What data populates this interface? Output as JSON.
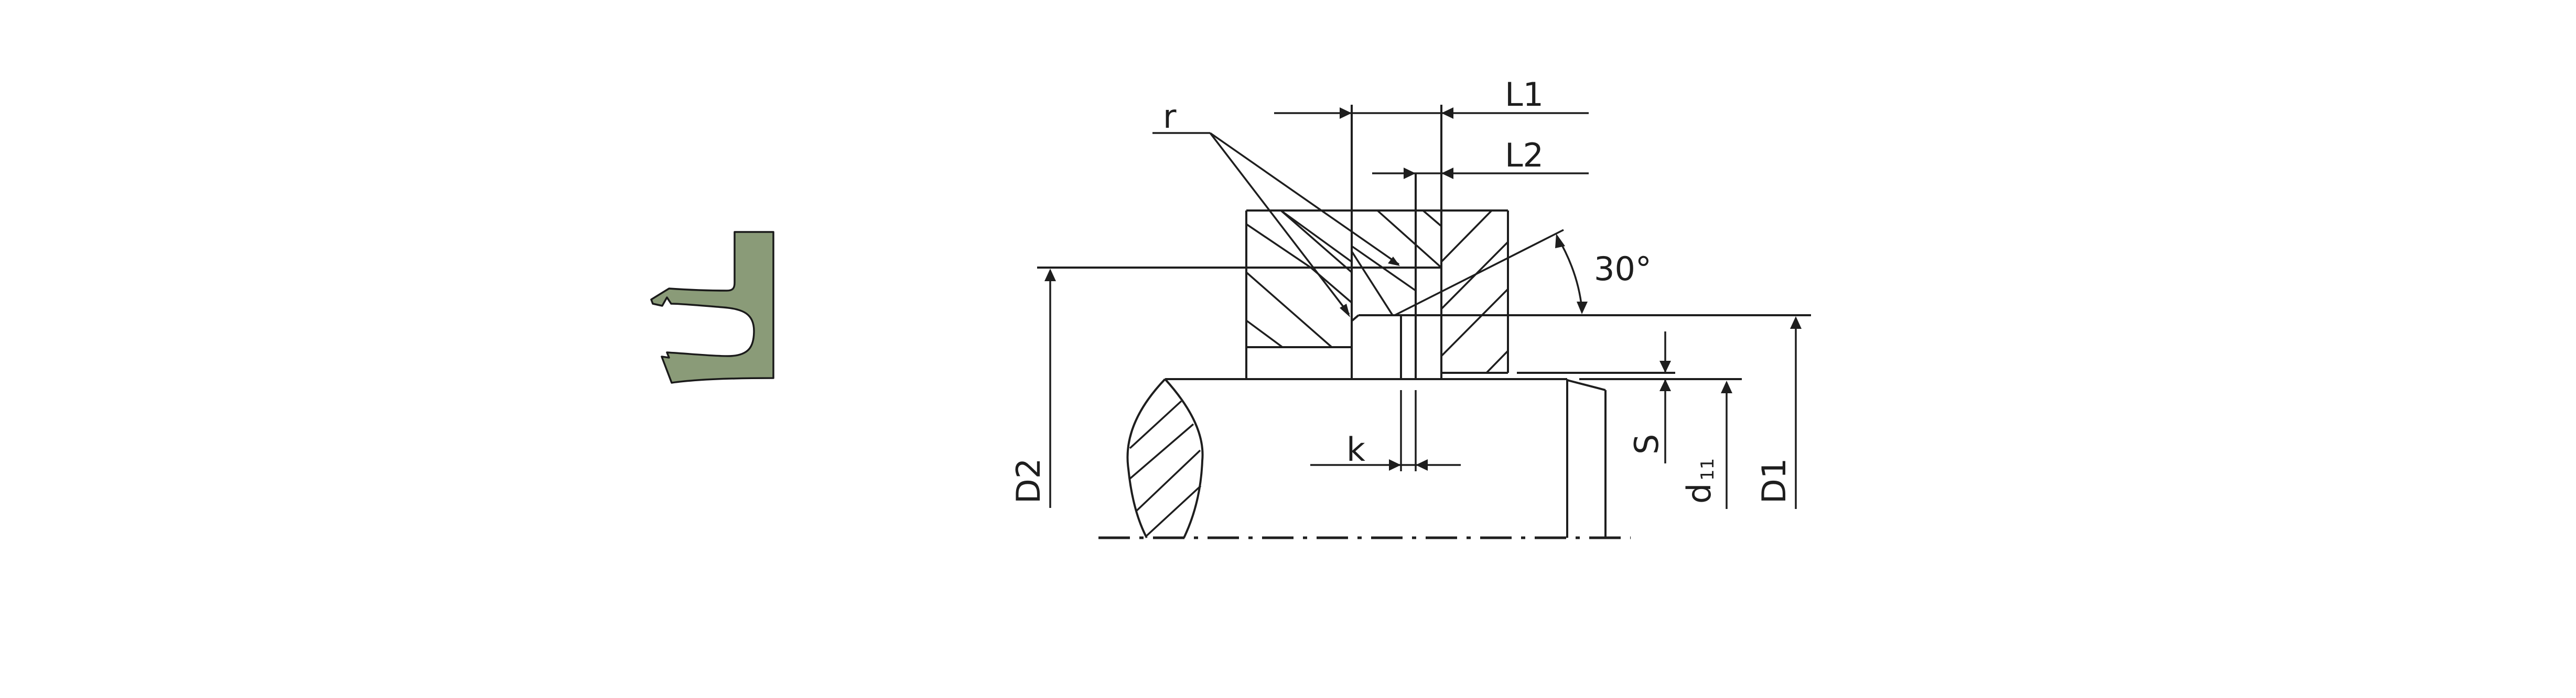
{
  "diagram": {
    "title": "Rod seal installation drawing",
    "seal_profile": {
      "fill_color": "#8a9b78",
      "outline_color": "#1a1a1a"
    },
    "labels": {
      "radius": "r",
      "L1": "L1",
      "L2": "L2",
      "angle": "30°",
      "S": "S",
      "d": "d",
      "d_sub": "11",
      "D1": "D1",
      "D2": "D2",
      "k": "k"
    },
    "line_color": "#1e1e1e",
    "background": "#ffffff"
  }
}
